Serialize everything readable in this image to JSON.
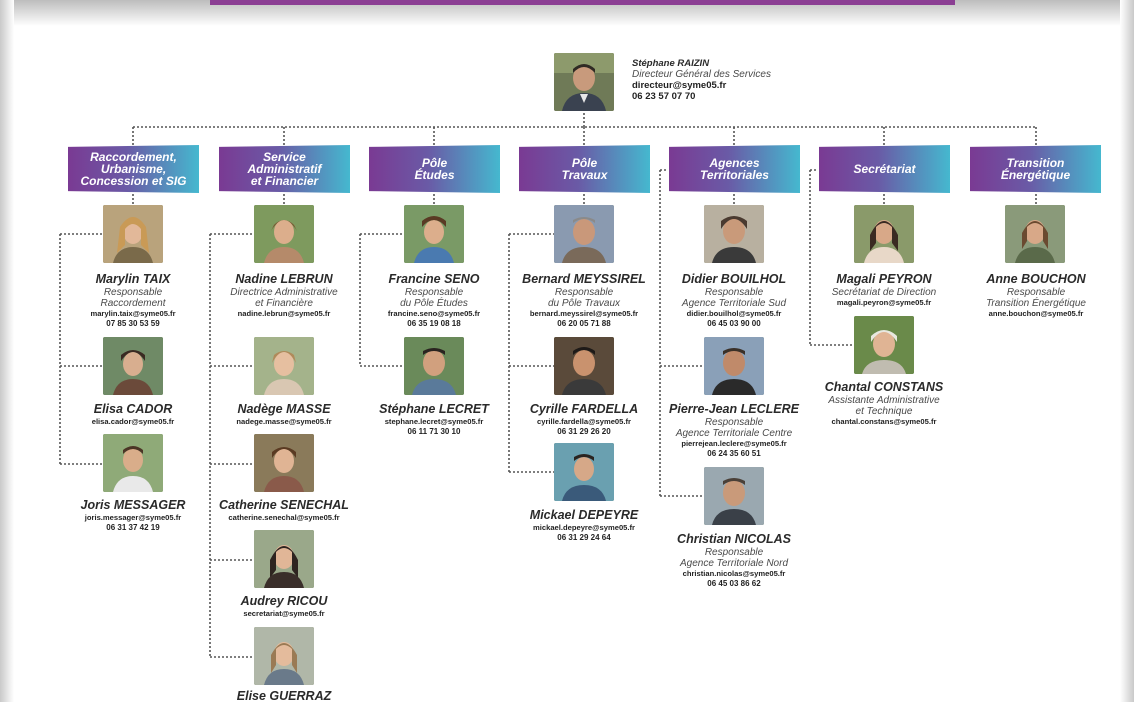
{
  "director": {
    "name": "Stéphane RAIZIN",
    "title": "Directeur Général des Services",
    "email": "directeur@syme05.fr",
    "phone": "06 23 57 07 70"
  },
  "columns": [
    {
      "header": [
        "Raccordement,",
        "Urbanisme,",
        "Concession et SIG"
      ],
      "people": [
        {
          "name": "Marylin TAIX",
          "role": [
            "Responsable",
            "Raccordement"
          ],
          "email": "marylin.taix@syme05.fr",
          "phone": "07 85 30 53 59"
        },
        {
          "name": "Elisa CADOR",
          "role": [],
          "email": "elisa.cador@syme05.fr",
          "phone": ""
        },
        {
          "name": "Joris MESSAGER",
          "role": [],
          "email": "joris.messager@syme05.fr",
          "phone": "06 31 37 42 19"
        }
      ]
    },
    {
      "header": [
        "Service",
        "Administratif",
        "et Financier"
      ],
      "people": [
        {
          "name": "Nadine LEBRUN",
          "role": [
            "Directrice Administrative",
            "et Financière"
          ],
          "email": "nadine.lebrun@syme05.fr",
          "phone": ""
        },
        {
          "name": "Nadège MASSE",
          "role": [],
          "email": "nadege.masse@syme05.fr",
          "phone": ""
        },
        {
          "name": "Catherine SENECHAL",
          "role": [],
          "email": "catherine.senechal@syme05.fr",
          "phone": ""
        },
        {
          "name": "Audrey RICOU",
          "role": [],
          "email": "secretariat@syme05.fr",
          "phone": ""
        },
        {
          "name": "Elise GUERRAZ",
          "role": [],
          "email": "",
          "phone": ""
        }
      ]
    },
    {
      "header": [
        "Pôle",
        "Études"
      ],
      "people": [
        {
          "name": "Francine SENO",
          "role": [
            "Responsable",
            "du Pôle Études"
          ],
          "email": "francine.seno@syme05.fr",
          "phone": "06 35 19 08 18"
        },
        {
          "name": "Stéphane LECRET",
          "role": [],
          "email": "stephane.lecret@syme05.fr",
          "phone": "06 11 71 30 10"
        }
      ]
    },
    {
      "header": [
        "Pôle",
        "Travaux"
      ],
      "people": [
        {
          "name": "Bernard MEYSSIREL",
          "role": [
            "Responsable",
            "du Pôle Travaux"
          ],
          "email": "bernard.meyssirel@syme05.fr",
          "phone": "06 20 05 71 88"
        },
        {
          "name": "Cyrille FARDELLA",
          "role": [],
          "email": "cyrille.fardella@syme05.fr",
          "phone": "06 31 29 26 20"
        },
        {
          "name": "Mickael DEPEYRE",
          "role": [],
          "email": "mickael.depeyre@syme05.fr",
          "phone": "06 31 29 24 64"
        }
      ]
    },
    {
      "header": [
        "Agences",
        "Territoriales"
      ],
      "people": [
        {
          "name": "Didier BOUILHOL",
          "role": [
            "Responsable",
            "Agence Territoriale Sud"
          ],
          "email": "didier.bouilhol@syme05.fr",
          "phone": "06 45 03 90 00"
        },
        {
          "name": "Pierre-Jean LECLERE",
          "role": [
            "Responsable",
            "Agence Territoriale Centre"
          ],
          "email": "pierrejean.leclere@syme05.fr",
          "phone": "06 24 35 60 51"
        },
        {
          "name": "Christian NICOLAS",
          "role": [
            "Responsable",
            "Agence Territoriale Nord"
          ],
          "email": "christian.nicolas@syme05.fr",
          "phone": "06 45 03 86 62"
        }
      ]
    },
    {
      "header": [
        "Secrétariat"
      ],
      "people": [
        {
          "name": "Magali PEYRON",
          "role": [
            "Secrétariat de Direction"
          ],
          "email": "magali.peyron@syme05.fr",
          "phone": ""
        },
        {
          "name": "Chantal CONSTANS",
          "role": [
            "Assistante Administrative",
            "et Technique"
          ],
          "email": "chantal.constans@syme05.fr",
          "phone": ""
        }
      ]
    },
    {
      "header": [
        "Transition",
        "Énergétique"
      ],
      "people": [
        {
          "name": "Anne BOUCHON",
          "role": [
            "Responsable",
            "Transition Énergétique"
          ],
          "email": "anne.bouchon@syme05.fr",
          "phone": ""
        }
      ]
    }
  ]
}
